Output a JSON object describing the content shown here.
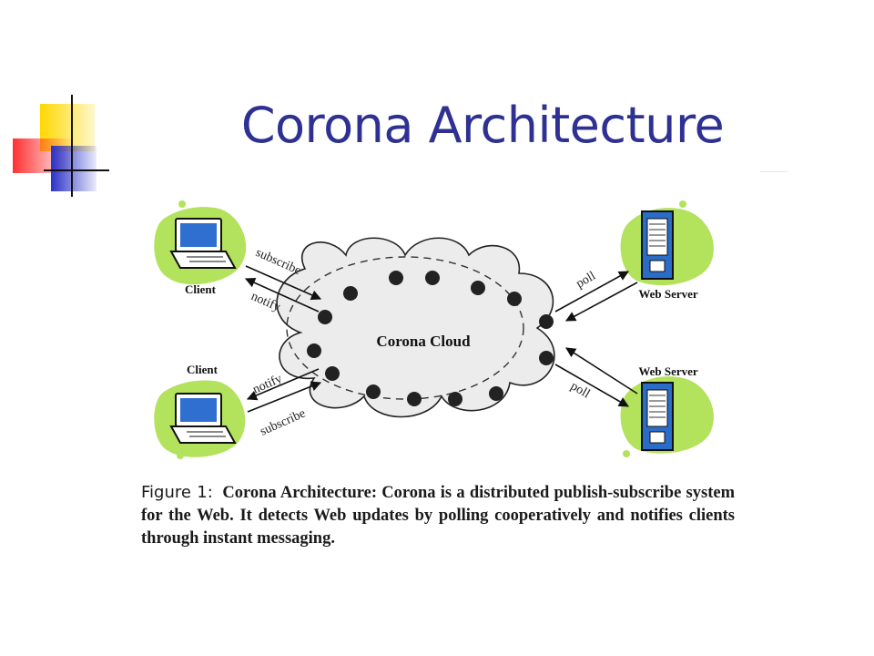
{
  "slide": {
    "title": "Corona Architecture"
  },
  "diagram": {
    "cloud_label": "Corona Cloud",
    "client_label": "Client",
    "server_label": "Web Server",
    "subscribe": "subscribe",
    "notify": "notify",
    "poll": "poll"
  },
  "caption": {
    "figure_label": "Figure 1:",
    "text": "Corona Architecture: Corona is a distributed publish-subscribe system for the Web. It detects Web updates by polling cooperatively and notifies clients through instant messaging."
  },
  "colors": {
    "title": "#2e3192",
    "blob_green": "#b3e25c",
    "laptop_screen": "#2f6fd0",
    "server_blue": "#2a6cc8",
    "deco_yellow": "#ffd800",
    "deco_red": "#ff3b3b",
    "deco_blue": "#2b33c8"
  }
}
